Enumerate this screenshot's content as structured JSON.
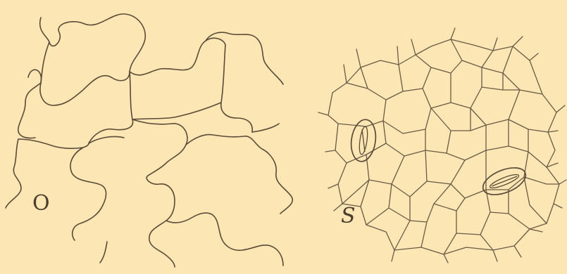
{
  "figure": {
    "background_color": "#fbe6b4",
    "stroke_color": "#5a4a38",
    "left_panel": {
      "label": "O",
      "description_icon": "wavy-epidermal-cells"
    },
    "right_panel": {
      "label": "S",
      "description_icon": "polygonal-cells-with-stomata"
    }
  }
}
